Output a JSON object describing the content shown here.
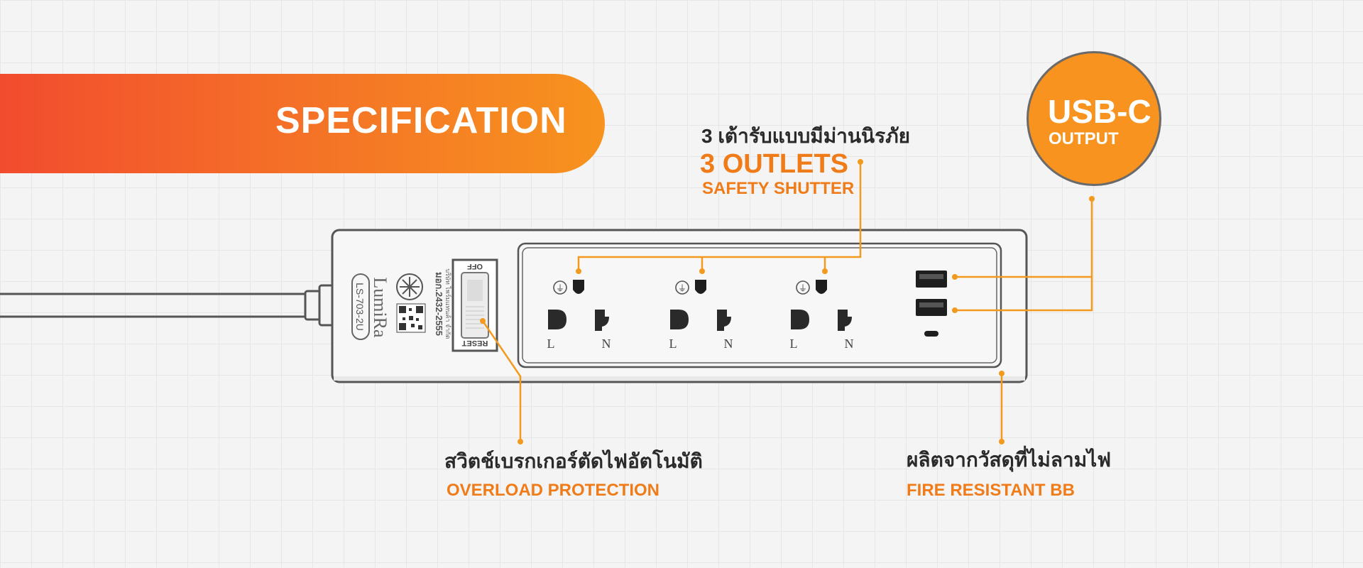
{
  "banner": {
    "title": "SPECIFICATION"
  },
  "usbc": {
    "title": "USB-C",
    "subtitle": "OUTPUT"
  },
  "outlets": {
    "thai": "3 เต้ารับแบบมีม่านนิรภัย",
    "title": "3 OUTLETS",
    "subtitle": "SAFETY SHUTTER"
  },
  "overload": {
    "thai": "สวิตช์เบรกเกอร์ตัดไฟอัตโนมัติ",
    "title": "OVERLOAD PROTECTION"
  },
  "fire": {
    "thai": "ผลิตจากวัสดุที่ไม่ลามไฟ",
    "title": "FIRE RESISTANT BB"
  },
  "device": {
    "model": "LS-703-2U",
    "brand": "LumiRa",
    "cert": "มอก.2432-2555",
    "company": "บริษัท ไพร์มแทนค้า จำกัด",
    "switch_top": "OFF",
    "switch_bottom": "RESET",
    "pin_live": "L",
    "pin_neutral": "N",
    "ground_symbol": "⏚"
  },
  "colors": {
    "accent": "#f7931e",
    "banner_start": "#f24c2e",
    "outline": "#555555"
  }
}
